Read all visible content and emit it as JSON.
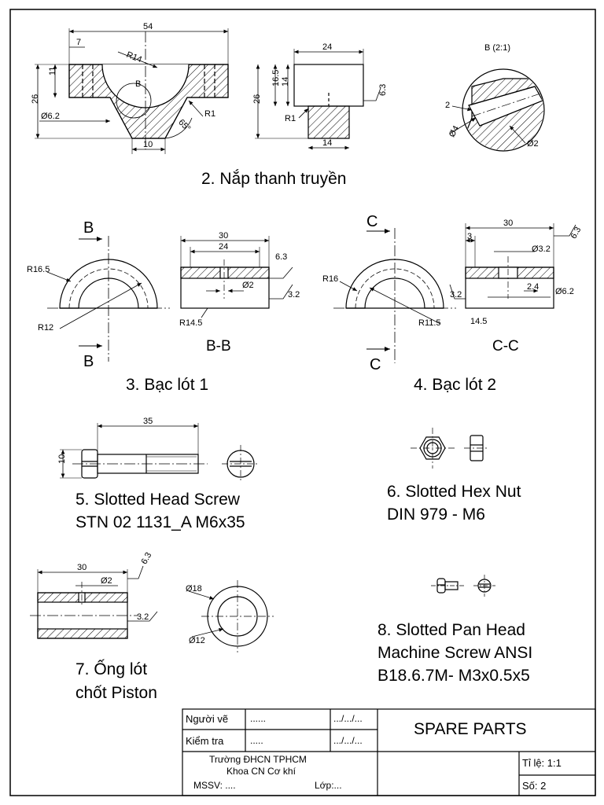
{
  "captions": {
    "part2": "2. Nắp thanh truyền",
    "part3": "3. Bạc lót 1",
    "part4": "4. Bạc lót 2",
    "part5_line1": "5. Slotted Head Screw",
    "part5_line2": "STN 02 1131_A M6x35",
    "part6_line1": "6. Slotted Hex Nut",
    "part6_line2": "DIN 979 - M6",
    "part7_line1": "7. Ống lót",
    "part7_line2": "chốt Piston",
    "part8_line1": "8. Slotted Pan Head",
    "part8_line2": "Machine Screw ANSI",
    "part8_line3": "B18.6.7M- M3x0.5x5"
  },
  "part2": {
    "dim_width": "54",
    "dim_left": "7",
    "dim_radius": "R14",
    "detail_ref": "B",
    "dim_height_small": "11",
    "dim_height": "26",
    "dim_hole": "Ø6.2",
    "dim_r1": "R1",
    "dim_angle": "65°",
    "dim_bottom": "10",
    "side_top": "24",
    "side_h1": "16.5",
    "side_h2": "14",
    "side_h": "26",
    "side_rough": "6.3",
    "side_r1": "R1",
    "side_bottom": "14",
    "detail_title": "B (2:1)",
    "detail_2": "2",
    "detail_d4": "Ø4",
    "detail_d2": "Ø2"
  },
  "part3": {
    "section_top": "B",
    "section_bottom": "B",
    "r_outer": "R16.5",
    "r_inner": "R12",
    "dim_30": "30",
    "dim_24": "24",
    "rough_63": "6.3",
    "hole": "Ø2",
    "rough_32": "3.2",
    "r145": "R14.5",
    "view_label": "B-B"
  },
  "part4": {
    "section_top": "C",
    "section_bottom": "C",
    "r_outer": "R16",
    "r_inner": "R11.5",
    "rough_32": "3.2",
    "dim_30": "30",
    "dim_3": "3",
    "rough_63": "6.3",
    "hole_32": "Ø3.2",
    "dim_24": "2.4",
    "hole_62": "Ø6.2",
    "dim_145": "14.5",
    "view_label": "C-C"
  },
  "part5": {
    "length": "35",
    "head": "10"
  },
  "part7": {
    "length": "30",
    "rough_63": "6.3",
    "hole": "Ø2",
    "rough_32": "3.2",
    "d18": "Ø18",
    "d12": "Ø12"
  },
  "title_block": {
    "drawn_label": "Người vẽ",
    "drawn_value": "......",
    "drawn_date": ".../.../...",
    "check_label": "Kiểm tra",
    "check_value": ".....",
    "check_date": ".../.../...",
    "school_line1": "Trường ĐHCN TPHCM",
    "school_line2": "Khoa CN Cơ khí",
    "student_id": "MSSV: ....",
    "class_label": "Lớp:...",
    "title": "SPARE PARTS",
    "scale": "Tỉ lệ: 1:1",
    "number": "Số: 2"
  }
}
